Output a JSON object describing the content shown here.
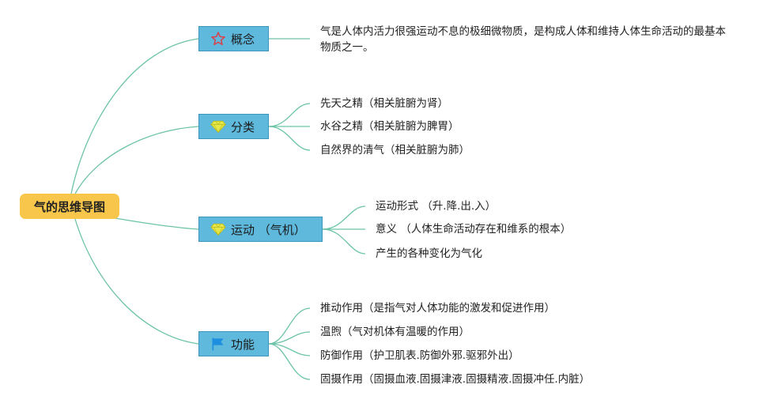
{
  "root": {
    "label": "气的思维导图"
  },
  "branches": [
    {
      "label": "概念",
      "icon": "star-icon",
      "items": [
        "气是人体内活力很强运动不息的极细微物质，是构成人体和维持人体生命活动的最基本物质之一。"
      ]
    },
    {
      "label": "分类",
      "icon": "diamond-icon",
      "items": [
        "先天之精（相关脏腑为肾）",
        "水谷之精（相关脏腑为脾胃）",
        "自然界的清气（相关脏腑为肺）"
      ]
    },
    {
      "label": "运动 （气机）",
      "icon": "diamond-icon",
      "items": [
        "运动形式 （升.降.出.入）",
        "意义 （人体生命活动存在和维系的根本）",
        "产生的各种变化为气化"
      ]
    },
    {
      "label": "功能",
      "icon": "flag-icon",
      "items": [
        "推动作用（是指气对人体功能的激发和促进作用）",
        "温煦（气对机体有温暖的作用）",
        "防御作用（护卫肌表.防御外邪.驱邪外出）",
        "固摄作用（固摄血液.固摄津液.固摄精液.固摄冲任.内脏）"
      ]
    }
  ],
  "colors": {
    "root_fill": "#f7c64a",
    "branch_fill": "#5eb9dd",
    "branch_border": "#3f95ba",
    "connector": "#6cc3a8",
    "star": "#d9414a",
    "diamond": "#e6e84a",
    "flag": "#1e8fe0"
  }
}
